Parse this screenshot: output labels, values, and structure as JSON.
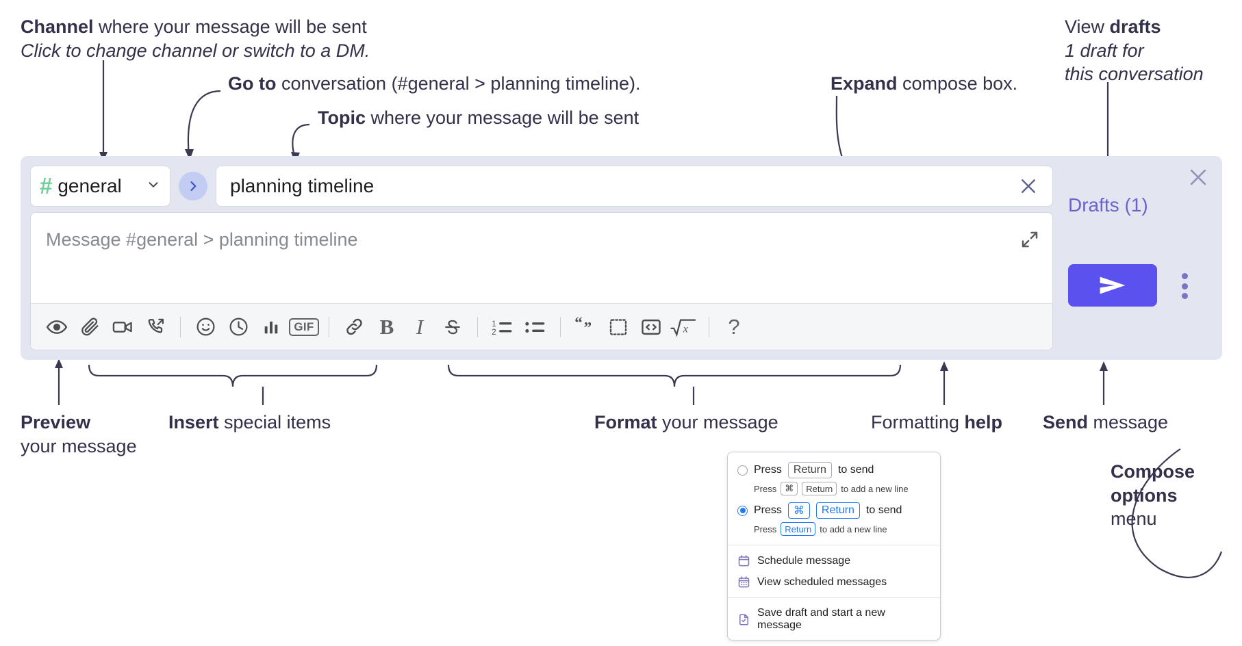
{
  "annotations": {
    "channel": {
      "bold": "Channel",
      "rest": " where your message will be sent",
      "italic": "Click to change channel or switch to a DM."
    },
    "goto": {
      "bold": "Go to",
      "rest": " conversation (#general > planning timeline)."
    },
    "topic": {
      "bold": "Topic",
      "rest": " where your message will be sent"
    },
    "expand": {
      "bold": "Expand",
      "rest": " compose box."
    },
    "drafts": {
      "plain": "View ",
      "bold": "drafts",
      "italic1": "1 draft for",
      "italic2": "this conversation"
    },
    "preview": {
      "bold": "Preview",
      "rest": "your message"
    },
    "insert": {
      "bold": "Insert",
      "rest": " special items"
    },
    "format": {
      "bold": "Format",
      "rest": " your message"
    },
    "help": {
      "plain": "Formatting ",
      "bold": "help"
    },
    "send": {
      "bold": "Send",
      "rest": " message"
    },
    "compose_options": {
      "bold1": "Compose",
      "bold2": "options",
      "rest": "menu"
    }
  },
  "compose": {
    "channel": {
      "hash": "#",
      "name": "general"
    },
    "goto_button_label": "go-to-conversation",
    "topic": {
      "value": "planning timeline"
    },
    "message": {
      "placeholder": "Message #general > planning timeline",
      "value": ""
    },
    "toolbar": [
      {
        "name": "preview-icon",
        "label": "Preview"
      },
      {
        "name": "attachment-icon",
        "label": "Attach file"
      },
      {
        "name": "video-icon",
        "label": "Record video clip"
      },
      {
        "name": "audio-call-icon",
        "label": "Record audio clip"
      },
      {
        "name": "separator",
        "label": ""
      },
      {
        "name": "emoji-icon",
        "label": "Emoji"
      },
      {
        "name": "schedule-clock-icon",
        "label": "Schedule"
      },
      {
        "name": "poll-icon",
        "label": "Poll"
      },
      {
        "name": "gif-icon",
        "label": "GIF"
      },
      {
        "name": "separator",
        "label": ""
      },
      {
        "name": "link-icon",
        "label": "Link"
      },
      {
        "name": "bold-icon",
        "label": "B"
      },
      {
        "name": "italic-icon",
        "label": "I"
      },
      {
        "name": "strikethrough-icon",
        "label": "Strikethrough"
      },
      {
        "name": "separator",
        "label": ""
      },
      {
        "name": "ordered-list-icon",
        "label": "Ordered list"
      },
      {
        "name": "bulleted-list-icon",
        "label": "Bulleted list"
      },
      {
        "name": "separator",
        "label": ""
      },
      {
        "name": "blockquote-icon",
        "label": "Blockquote"
      },
      {
        "name": "code-block-icon",
        "label": "Code block"
      },
      {
        "name": "inline-code-icon",
        "label": "Code"
      },
      {
        "name": "math-icon",
        "label": "Math"
      },
      {
        "name": "separator",
        "label": ""
      },
      {
        "name": "help-icon",
        "label": "?"
      }
    ],
    "right_panel": {
      "drafts_label": "Drafts (1)",
      "send_label": "Send",
      "kebab_label": "Compose options",
      "close_label": "Close"
    }
  },
  "dropdown": {
    "options": [
      {
        "selected": false,
        "prefix": "Press",
        "keys": [
          "Return"
        ],
        "suffix": "to send",
        "sub_prefix": "Press",
        "sub_keys": [
          "⌘",
          "Return"
        ],
        "sub_suffix": "to add a new line"
      },
      {
        "selected": true,
        "prefix": "Press",
        "keys": [
          "⌘",
          "Return"
        ],
        "suffix": "to send",
        "sub_prefix": "Press",
        "sub_keys": [
          "Return"
        ],
        "sub_suffix": "to add a new line"
      }
    ],
    "items": [
      {
        "icon": "schedule-message-icon",
        "label": "Schedule message"
      },
      {
        "icon": "view-scheduled-icon",
        "label": "View scheduled messages"
      },
      {
        "icon": "save-draft-icon",
        "label": "Save draft and start a new message"
      }
    ]
  },
  "colors": {
    "compose_bg": "#e3e5f1",
    "send_purple": "#5a51ef",
    "drafts_purple": "#6b63c9",
    "hash_green": "#6fcf97",
    "goto_blue": "#c3cdf4",
    "accent_blue": "#1f7bf4",
    "text_dark": "#33314a"
  }
}
